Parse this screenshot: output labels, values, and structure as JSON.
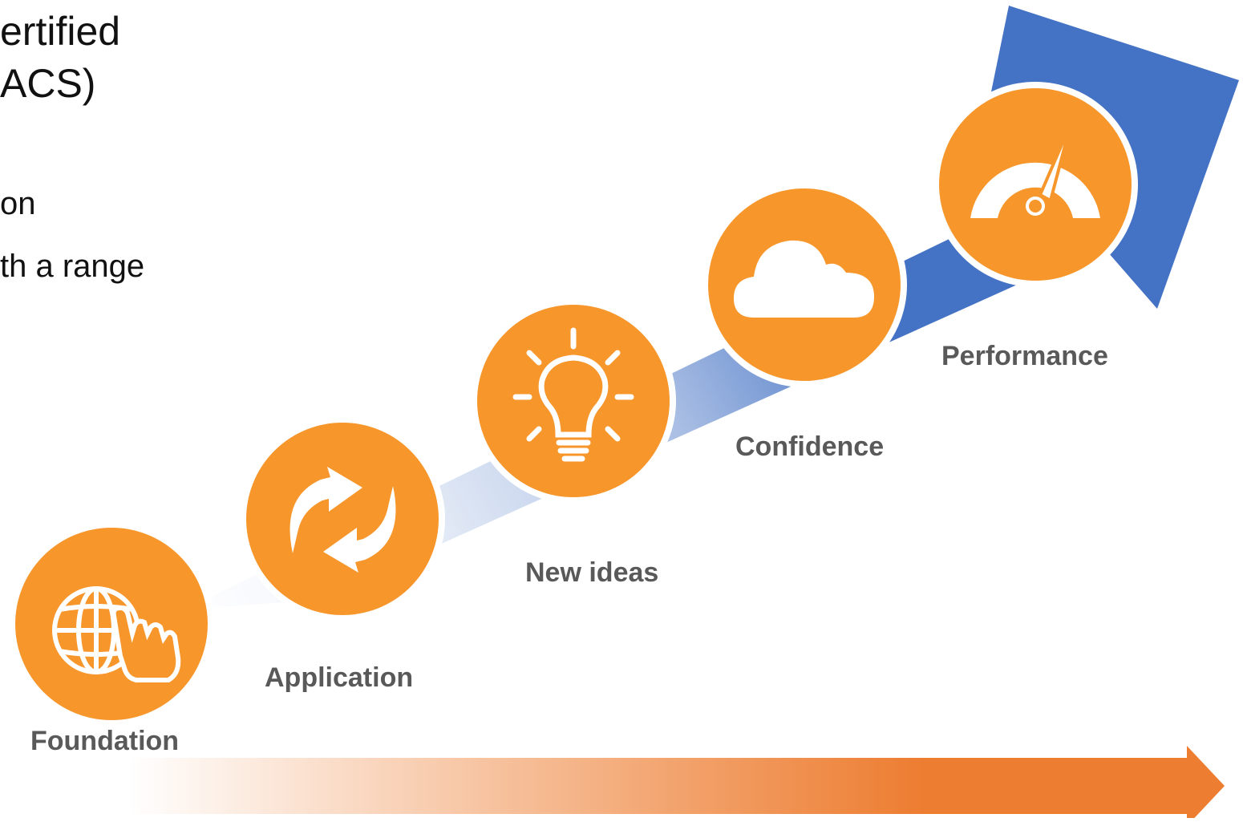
{
  "intro_text": {
    "line1": "ertified",
    "line2": "ACS)",
    "line3": "on",
    "line4": "th a range"
  },
  "steps": [
    {
      "label": "Foundation",
      "icon": "globe-hand-icon"
    },
    {
      "label": "Application",
      "icon": "refresh-arrows-icon"
    },
    {
      "label": "New ideas",
      "icon": "lightbulb-icon"
    },
    {
      "label": "Confidence",
      "icon": "cloud-icon"
    },
    {
      "label": "Performance",
      "icon": "speedometer-icon"
    }
  ],
  "colors": {
    "circle": "#F7962B",
    "circle_border": "#FFFFFF",
    "rising_arrow": "#4472C4",
    "bottom_arrow": "#ED7D31",
    "label": "#595959",
    "text": "#111111"
  }
}
